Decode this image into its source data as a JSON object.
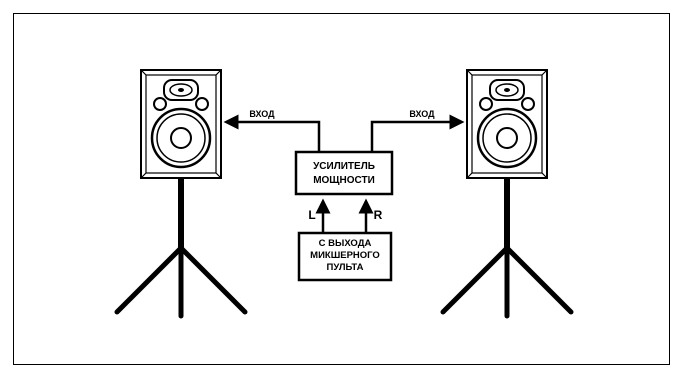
{
  "diagram": {
    "left_input_label": "ВХОД",
    "right_input_label": "ВХОД",
    "amplifier": {
      "line1": "УСИЛИТЕЛЬ",
      "line2": "МОЩНОСТИ"
    },
    "mixer": {
      "line1": "С ВЫХОДА",
      "line2": "МИКШЕРНОГО",
      "line3": "ПУЛЬТА"
    },
    "channel_left": "L",
    "channel_right": "R"
  }
}
